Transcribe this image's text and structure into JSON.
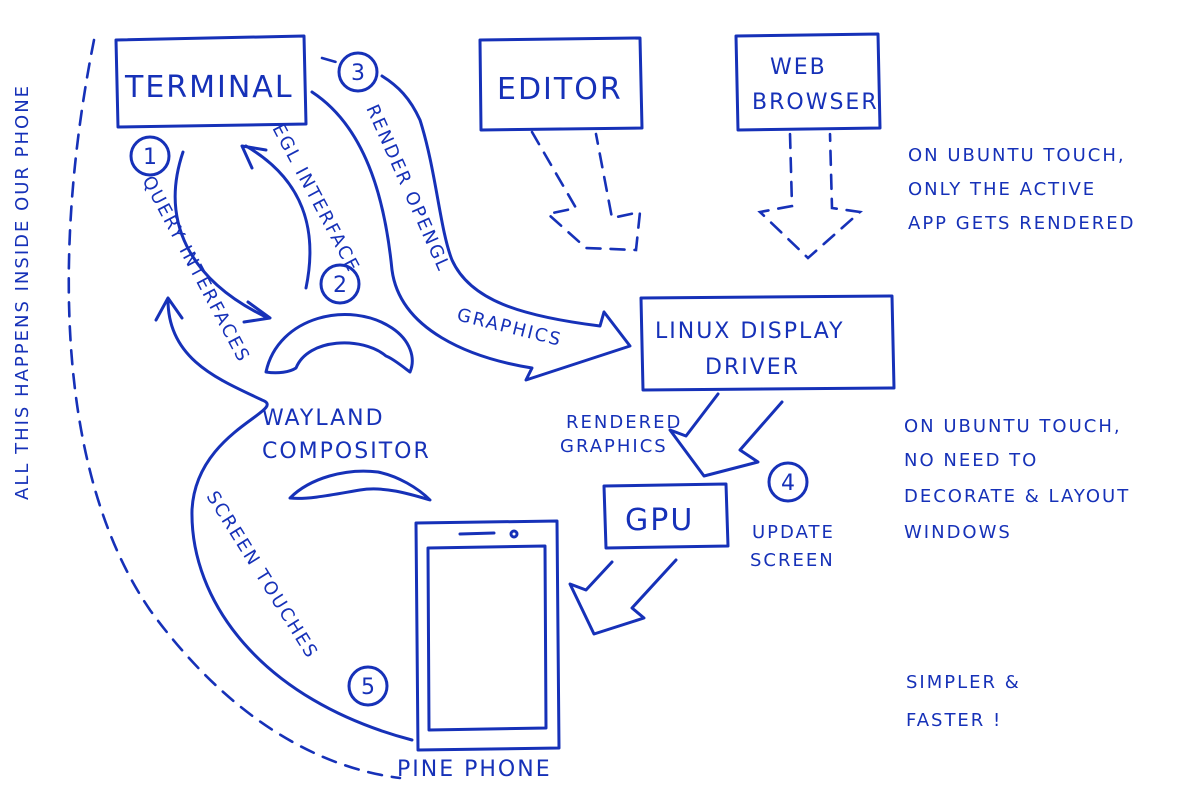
{
  "boxes": {
    "terminal": "TERMINAL",
    "editor": "EDITOR",
    "web_browser_1": "WEB",
    "web_browser_2": "BROWSER",
    "display_driver_1": "LINUX DISPLAY",
    "display_driver_2": "DRIVER",
    "gpu": "GPU"
  },
  "compositor": {
    "line1": "WAYLAND",
    "line2": "COMPOSITOR"
  },
  "phone_label": "PINE PHONE",
  "steps": [
    {
      "number": "1",
      "label": "QUERY INTERFACES"
    },
    {
      "number": "2",
      "label": "EGL INTERFACE"
    },
    {
      "number": "3",
      "label": "RENDER OPENGL"
    },
    {
      "number": "4",
      "label_1": "UPDATE",
      "label_2": "SCREEN"
    },
    {
      "number": "5",
      "label": "SCREEN TOUCHES"
    }
  ],
  "graphics_label": "GRAPHICS",
  "rendered_graphics": {
    "line1": "RENDERED",
    "line2": "GRAPHICS"
  },
  "side_caption": "ALL THIS HAPPENS INSIDE OUR PHONE",
  "notes": {
    "note1": [
      "ON UBUNTU TOUCH,",
      "ONLY THE ACTIVE",
      "APP GETS RENDERED"
    ],
    "note2": [
      "ON UBUNTU TOUCH,",
      "NO NEED TO",
      "DECORATE & LAYOUT",
      "WINDOWS"
    ],
    "note3": [
      "SIMPLER &",
      "FASTER !"
    ]
  },
  "colors": {
    "ink": "#1631b8",
    "paper": "#ffffff"
  }
}
